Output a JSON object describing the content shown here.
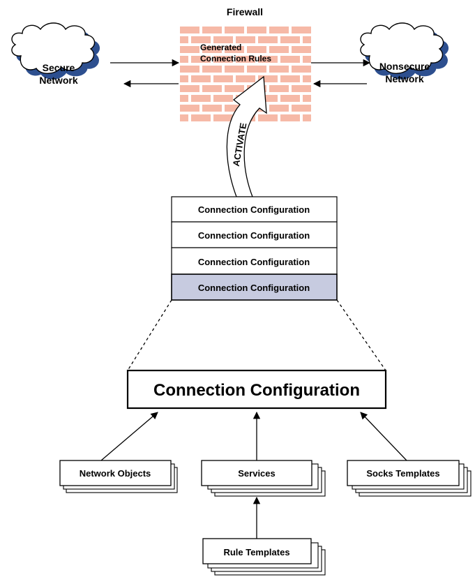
{
  "firewall": {
    "title": "Firewall",
    "label_line1": "Generated",
    "label_line2": "Connection Rules"
  },
  "secure_network": {
    "line1": "Secure",
    "line2": "Network"
  },
  "nonsecure_network": {
    "line1": "Nonsecure",
    "line2": "Network"
  },
  "activate_label": "ACTIVATE",
  "config_stack": [
    "Connection Configuration",
    "Connection Configuration",
    "Connection Configuration",
    "Connection Configuration"
  ],
  "main_config": {
    "label": "Connection Configuration"
  },
  "inputs": {
    "network_objects": "Network Objects",
    "services": "Services",
    "socks_templates": "Socks Templates",
    "rule_templates": "Rule Templates"
  },
  "colors": {
    "brick": "#f6b9a7",
    "cloud_fill": "#ffffff",
    "cloud_shadow": "#2d4f8f",
    "selected_config": "#c7cbe0"
  }
}
